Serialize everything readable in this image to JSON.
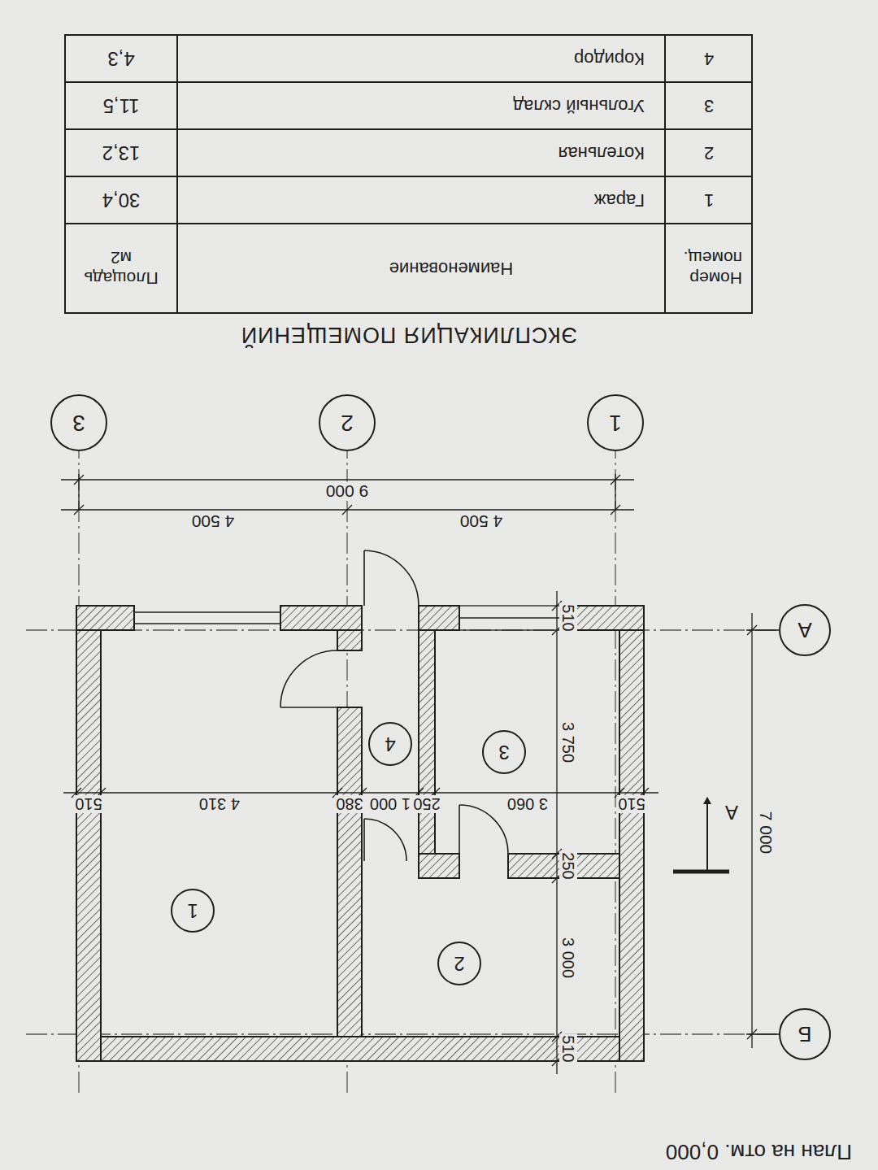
{
  "diagram": {
    "title": "План на отм. 0,000",
    "nodes": [
      {
        "text": [
          "1"
        ]
      },
      {
        "text": [
          "2"
        ]
      },
      {
        "text": [
          "3"
        ]
      },
      {
        "text": [
          "А"
        ]
      },
      {
        "text": [
          "Б"
        ]
      },
      {
        "text": [
          "1"
        ]
      },
      {
        "text": [
          "2"
        ]
      },
      {
        "text": [
          "3"
        ]
      },
      {
        "text": [
          "4"
        ]
      }
    ],
    "labels": [
      "4 500",
      "4 500",
      "9 000",
      "7 000",
      "510",
      "3 000",
      "250",
      "3 750",
      "510",
      "510",
      "3 060",
      "250",
      "1 000",
      "380",
      "4 310",
      "510",
      "А",
      "ЭКСПЛИКАЦИЯ ПОМЕЩЕНИЙ",
      "Номер помещ.",
      "Наименование",
      "Площадь м2",
      "1",
      "Гараж",
      "30,4",
      "2",
      "Котельная",
      "13,2",
      "3",
      "Угольный склад",
      "11,5",
      "4",
      "Коридор",
      "4,3"
    ]
  }
}
